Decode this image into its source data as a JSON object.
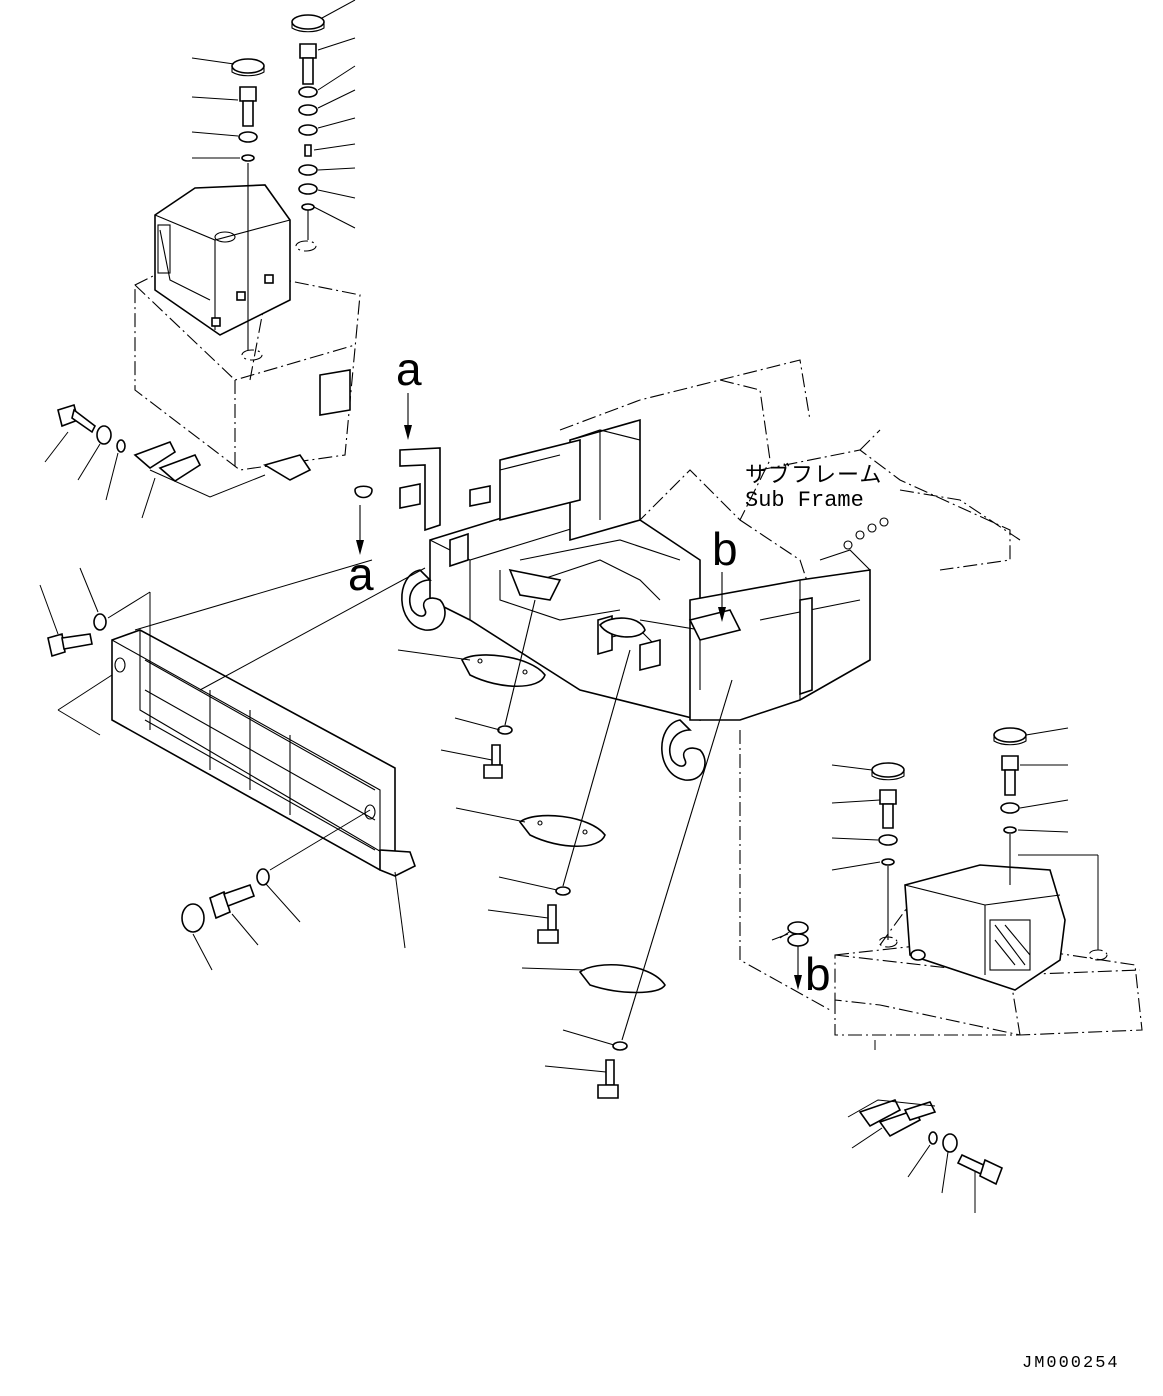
{
  "labels": {
    "callout_a_top": "a",
    "callout_a_bottom": "a",
    "callout_b_top": "b",
    "callout_b_bottom": "b",
    "subframe_jp": "サブフレーム",
    "subframe_en": "Sub Frame",
    "drawing_code": "JM000254"
  }
}
